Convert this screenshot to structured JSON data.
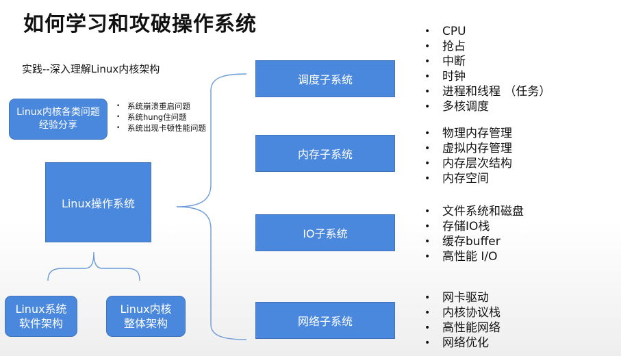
{
  "title": "如何学习和攻破操作系统",
  "subtitle": "实践--深入理解Linux内核架构",
  "experience": {
    "box_label": "Linux内核各类问题经验分享",
    "items": [
      "系统崩溃重启问题",
      "系统hung住问题",
      "系统出现卡顿性能问题"
    ]
  },
  "center_box": "Linux操作系统",
  "arch_boxes": {
    "software": "Linux系统软件架构",
    "kernel": "Linux内核整体架构"
  },
  "subsystems": [
    {
      "name": "调度子系统",
      "items": [
        "CPU",
        "抢占",
        "中断",
        "时钟",
        "进程和线程 （任务）",
        "多核调度"
      ]
    },
    {
      "name": "内存子系统",
      "items": [
        "物理内存管理",
        "虚拟内存管理",
        "内存层次结构",
        "内存空间"
      ]
    },
    {
      "name": "IO子系统",
      "items": [
        "文件系统和磁盘",
        "存储IO栈",
        "缓存buffer",
        "高性能 I/O"
      ]
    },
    {
      "name": "网络子系统",
      "items": [
        "网卡驱动",
        "内核协议栈",
        "高性能网络",
        "网络优化"
      ]
    }
  ],
  "colors": {
    "box_fill": "#4a88dd",
    "connector": "#6b9ad8"
  }
}
